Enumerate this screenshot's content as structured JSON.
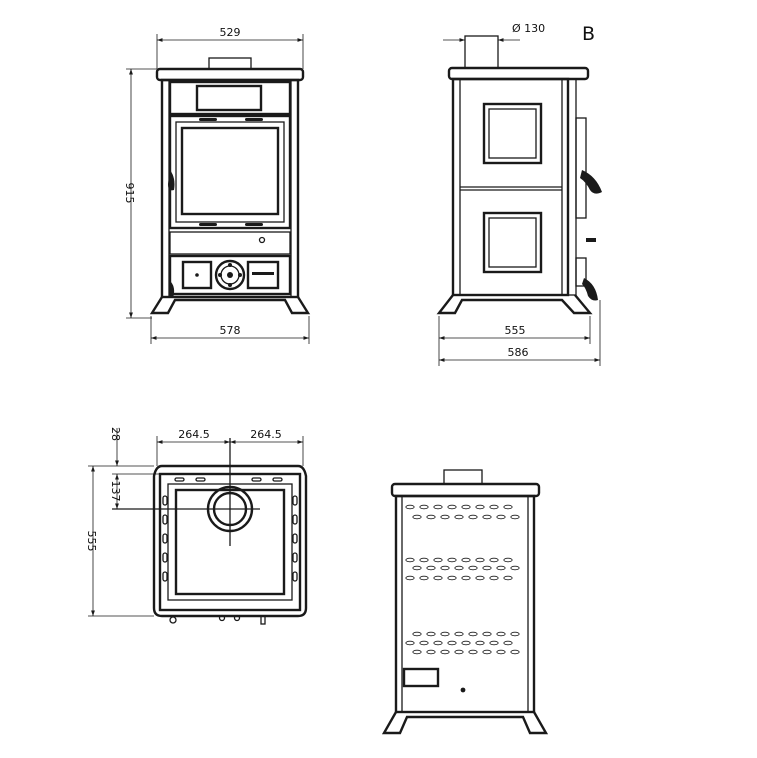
{
  "sheet_label": "B",
  "front_view": {
    "width_top": "529",
    "height_total": "915",
    "width_base": "578"
  },
  "side_view": {
    "flue_diameter": "Ø 130",
    "depth_body": "555",
    "depth_total": "586"
  },
  "top_view": {
    "half_width_left": "264.5",
    "half_width_right": "264.5",
    "offset_top": "28",
    "flue_offset": "137",
    "depth": "555"
  },
  "colors": {
    "line": "#1a1a1a",
    "background": "#ffffff"
  }
}
